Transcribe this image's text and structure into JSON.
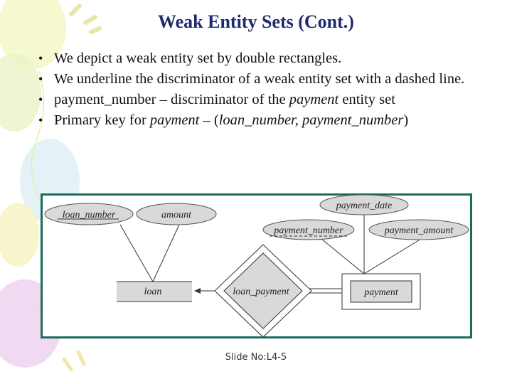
{
  "title": "Weak Entity Sets (Cont.)",
  "bullets": [
    {
      "text": "We depict a weak entity set by double rectangles."
    },
    {
      "text": "We underline the discriminator of a weak entity set  with a dashed line."
    },
    {
      "pre": "payment_number – discriminator of the ",
      "em": "payment",
      "post": " entity set"
    },
    {
      "pre": "Primary key for ",
      "em": "payment",
      "post": " – (",
      "em2": "loan_number, payment_number",
      "post2": ")"
    }
  ],
  "diagram": {
    "attributes": {
      "loan_number": "loan_number",
      "amount": "amount",
      "payment_date": "payment_date",
      "payment_number": "payment_number",
      "payment_amount": "payment_amount"
    },
    "entities": {
      "loan": "loan",
      "payment": "payment"
    },
    "relationship": "loan_payment"
  },
  "colors": {
    "title": "#1e2a6e",
    "diagram_border": "#1a6b5e",
    "shape_fill": "#d9d9d9"
  },
  "footer": "Slide No:L4-5"
}
